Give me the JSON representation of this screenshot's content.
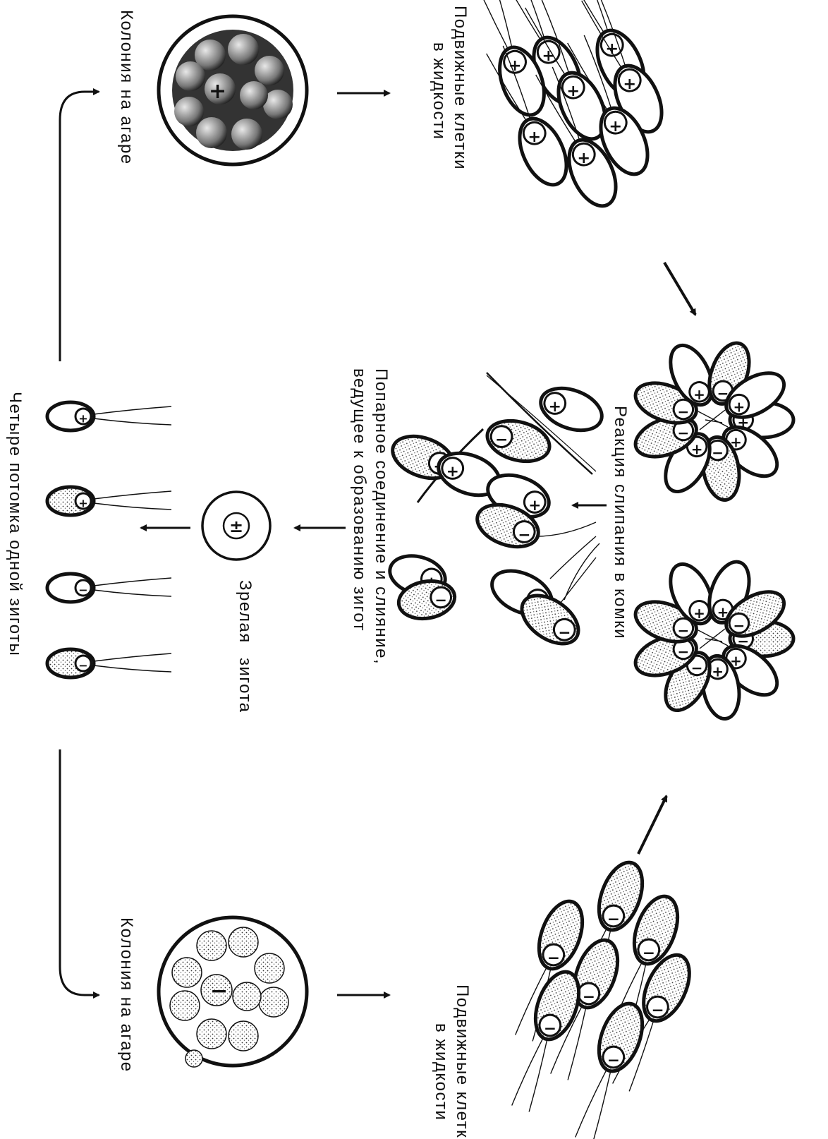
{
  "labels": {
    "colony_top": "Колония на агаре",
    "motile_top_line1": "Подвижные клетки",
    "motile_top_line2": "в жидкости",
    "clumping": "Реакция слипания в комки",
    "pairing_line1": "Попарное соединение и слияние,",
    "pairing_line2": "ведущее к образованию зигот",
    "zygote_line1": "Зрелая",
    "zygote_line2": "зигота",
    "offspring": "Четыре потомка одной зиготы",
    "colony_bottom": "Колония на агаре",
    "motile_bottom_line1": "Подвижные клетки",
    "motile_bottom_line2": "в жидкости"
  },
  "signs": {
    "plus": "+",
    "minus": "−",
    "zygote": "±"
  },
  "offspring_types": [
    "+",
    "+",
    "−",
    "−"
  ],
  "colors": {
    "ink": "#111111",
    "paper": "#ffffff"
  }
}
